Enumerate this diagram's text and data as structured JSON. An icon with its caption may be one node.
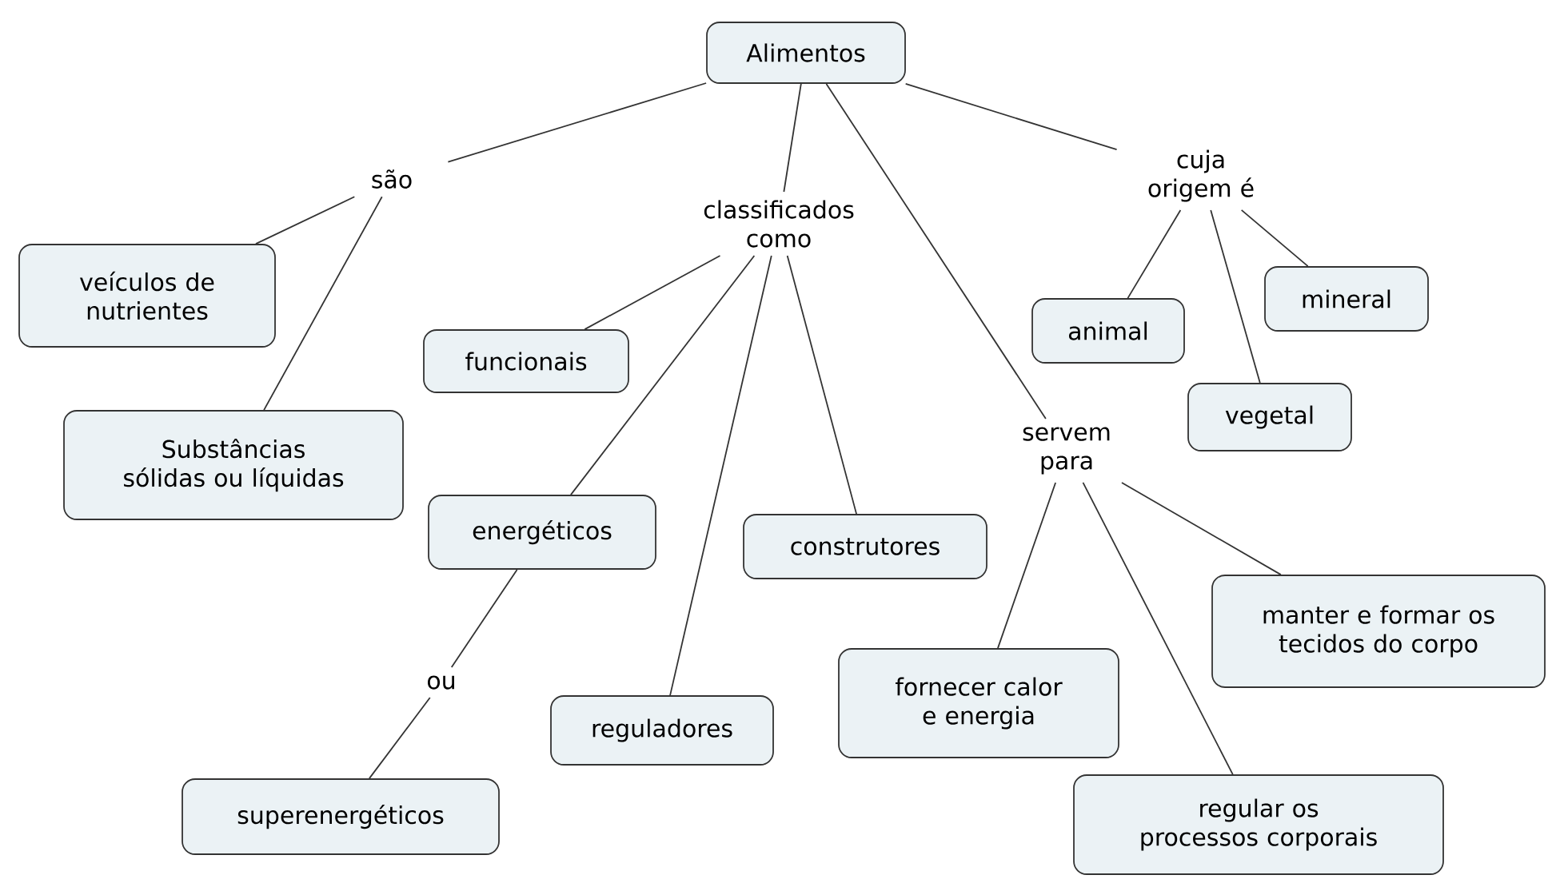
{
  "diagram": {
    "nodes": [
      {
        "text": [
          "Alimentos"
        ]
      },
      {
        "text": [
          "são"
        ]
      },
      {
        "text": [
          "classificados como"
        ]
      },
      {
        "text": [
          "cuja origem é"
        ]
      },
      {
        "text": [
          "veículos de nutrientes"
        ]
      },
      {
        "text": [
          "funcionais"
        ]
      },
      {
        "text": [
          "animal"
        ]
      },
      {
        "text": [
          "mineral"
        ]
      },
      {
        "text": [
          "vegetal"
        ]
      },
      {
        "text": [
          "Substâncias sólidas ou líquidas"
        ]
      },
      {
        "text": [
          "servem para"
        ]
      },
      {
        "text": [
          "energéticos"
        ]
      },
      {
        "text": [
          "construtores"
        ]
      },
      {
        "text": [
          "manter e formar os tecidos do corpo"
        ]
      },
      {
        "text": [
          "fornecer calor e energia"
        ]
      },
      {
        "text": [
          "ou"
        ]
      },
      {
        "text": [
          "reguladores"
        ]
      },
      {
        "text": [
          "regular os processos corporais"
        ]
      },
      {
        "text": [
          "superenergéticos"
        ]
      }
    ],
    "edges": [
      {
        "from": 0,
        "to": 1,
        "arrow": "none"
      },
      {
        "from": 0,
        "to": 2,
        "arrow": "none"
      },
      {
        "from": 0,
        "to": 10,
        "arrow": "none"
      },
      {
        "from": 0,
        "to": 3,
        "arrow": "none"
      },
      {
        "from": 1,
        "to": 4,
        "arrow": "none"
      },
      {
        "from": 1,
        "to": 9,
        "arrow": "none"
      },
      {
        "from": 2,
        "to": 5,
        "arrow": "none"
      },
      {
        "from": 2,
        "to": 11,
        "arrow": "none"
      },
      {
        "from": 2,
        "to": 16,
        "arrow": "none"
      },
      {
        "from": 2,
        "to": 12,
        "arrow": "none"
      },
      {
        "from": 3,
        "to": 6,
        "arrow": "none"
      },
      {
        "from": 3,
        "to": 8,
        "arrow": "none"
      },
      {
        "from": 3,
        "to": 7,
        "arrow": "none"
      },
      {
        "from": 10,
        "to": 14,
        "arrow": "none"
      },
      {
        "from": 10,
        "to": 17,
        "arrow": "none"
      },
      {
        "from": 10,
        "to": 13,
        "arrow": "none"
      },
      {
        "from": 11,
        "to": 15,
        "arrow": "none"
      },
      {
        "from": 15,
        "to": 18,
        "arrow": "none"
      }
    ]
  }
}
